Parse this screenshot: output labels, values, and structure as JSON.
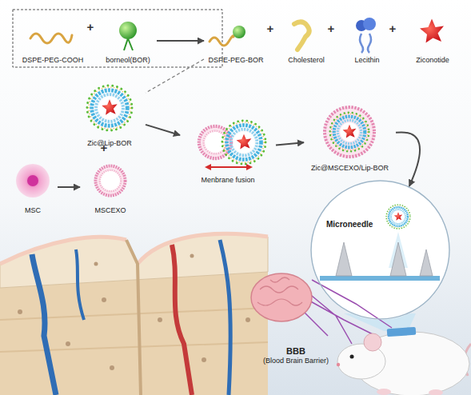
{
  "diagram": {
    "nodes": [
      {
        "text": [
          "DSPE-PEG-COOH"
        ]
      },
      {
        "text": [
          "borneol(BOR)"
        ]
      },
      {
        "text": [
          "DSPE-PEG-BOR"
        ]
      },
      {
        "text": [
          "Cholesterol"
        ]
      },
      {
        "text": [
          "Lecithin"
        ]
      },
      {
        "text": [
          "Ziconotide"
        ]
      },
      {
        "text": [
          "Zic@Lip-BOR"
        ]
      },
      {
        "text": [
          "MSC"
        ]
      },
      {
        "text": [
          "MSCEXO"
        ]
      },
      {
        "text": [
          "Menbrane fusion"
        ]
      },
      {
        "text": [
          "Zic@MSCEXO/Lip-BOR"
        ]
      },
      {
        "text": [
          "Microneedle"
        ]
      },
      {
        "text": [
          "BBB",
          "(Blood Brain Barrier)"
        ]
      }
    ],
    "edges": [
      {
        "from": 1,
        "to": 2,
        "arrow": "to"
      },
      {
        "from": 2,
        "to": 6,
        "arrow": "none"
      },
      {
        "from": 7,
        "to": 8,
        "arrow": "to"
      },
      {
        "from": 6,
        "to": 9,
        "arrow": "to"
      },
      {
        "from": 9,
        "to": 10,
        "arrow": "to"
      },
      {
        "from": 10,
        "to": 11,
        "arrow": "to"
      }
    ],
    "labels": [
      "+",
      "+",
      "+",
      "+",
      "+"
    ]
  }
}
